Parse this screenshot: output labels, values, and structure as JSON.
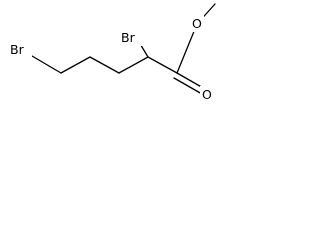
{
  "molecule": {
    "atoms": {
      "br_terminal": "Br",
      "br_alpha": "Br",
      "o_ester": "O",
      "o_carbonyl": "O"
    },
    "colors": {
      "bond": "#000000",
      "label": "#000000",
      "background": "#ffffff"
    }
  }
}
